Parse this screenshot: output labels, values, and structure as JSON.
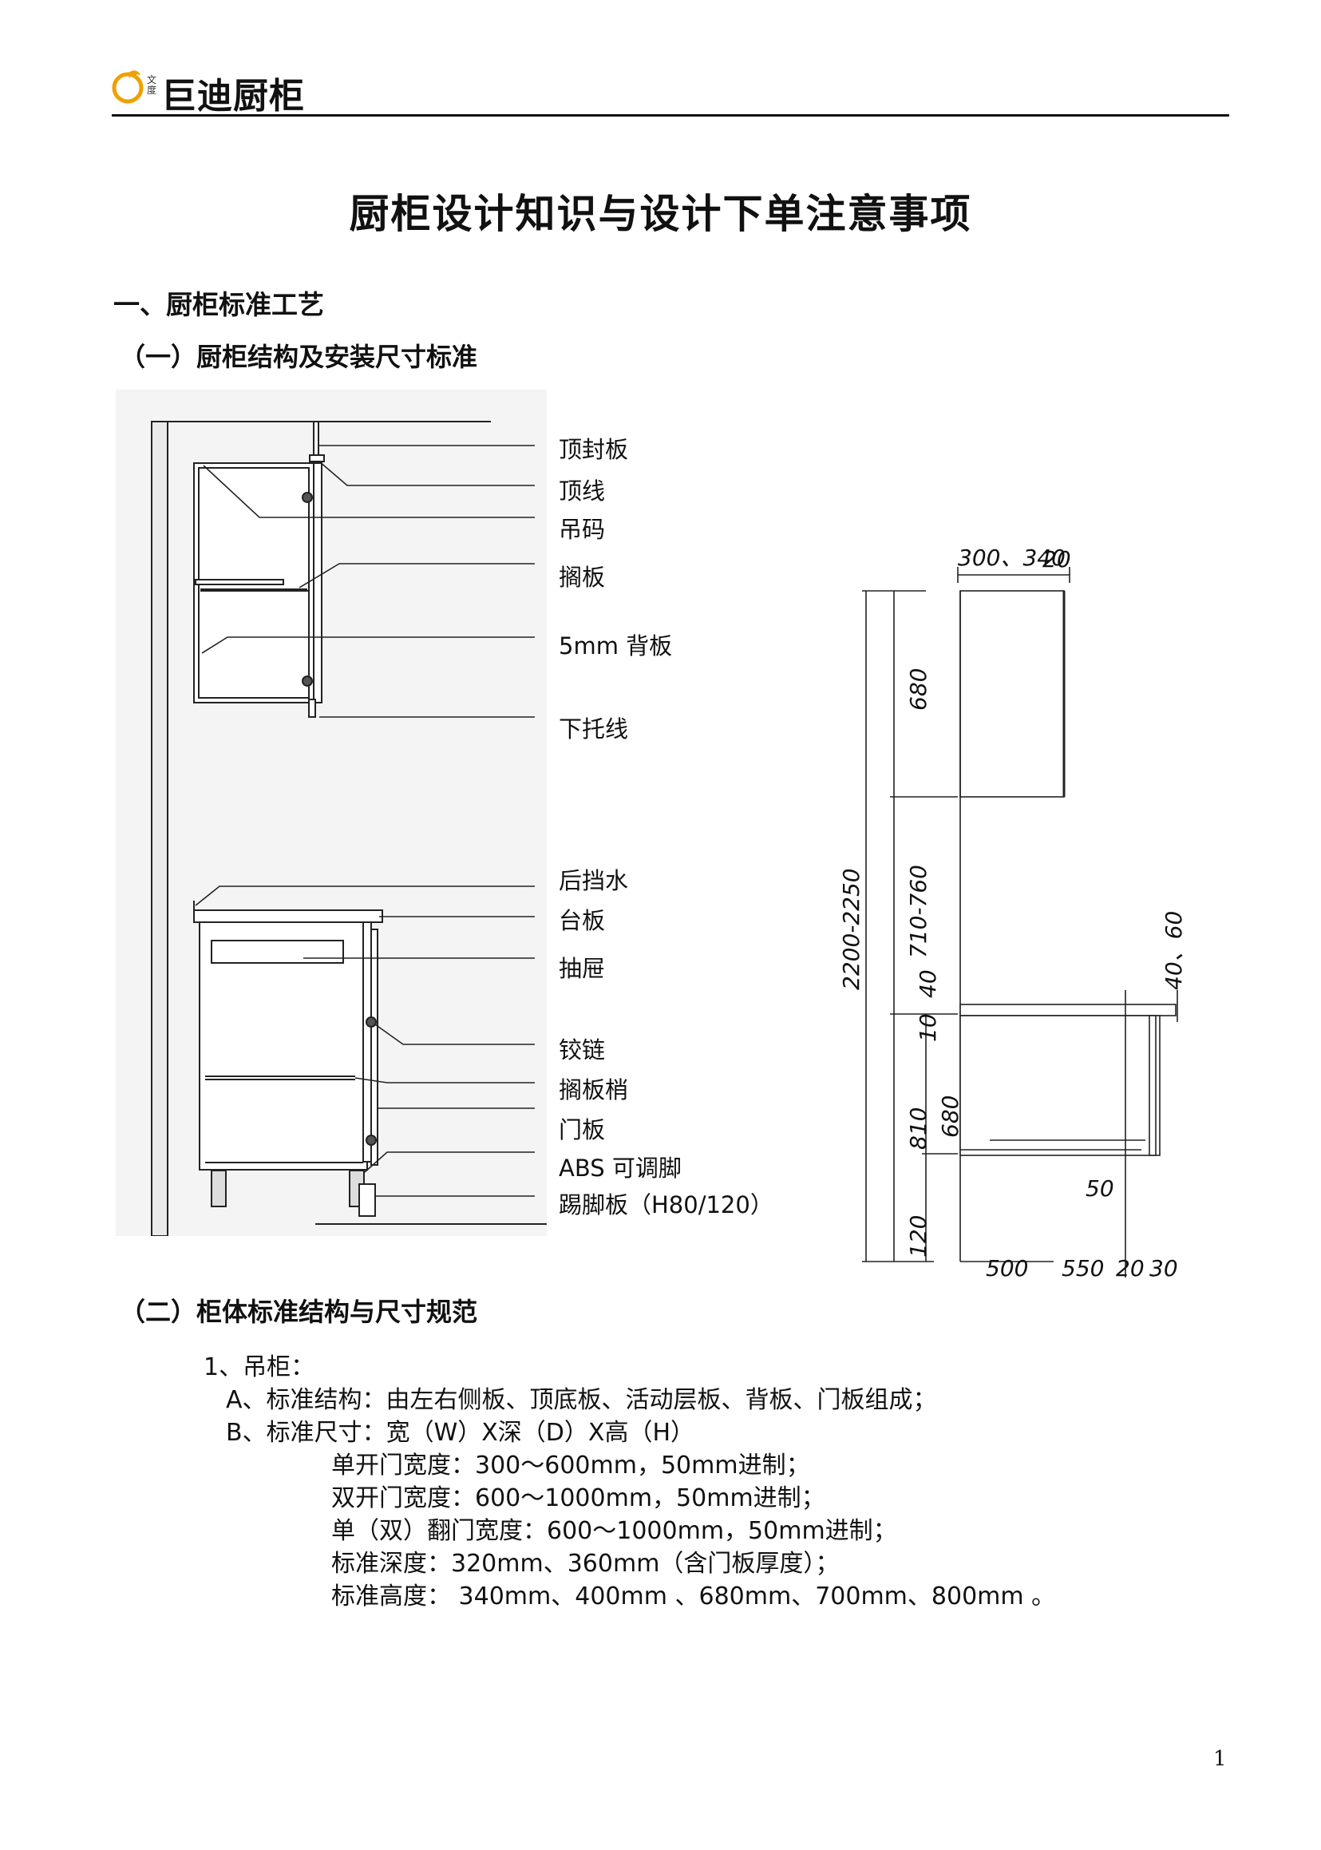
{
  "header": {
    "logo_small": "文度",
    "logo_name": "巨迪厨柜"
  },
  "title": "厨柜设计知识与设计下单注意事项",
  "section1": {
    "heading": "一、厨柜标准工艺",
    "sub1": "（一）厨柜结构及安装尺寸标准"
  },
  "diagram_labels": [
    "顶封板",
    "顶线",
    "吊码",
    "搁板",
    "5mm 背板",
    "下托线",
    "后挡水",
    "台板",
    "抽屉",
    "铰链",
    "搁板梢",
    "门板",
    "ABS 可调脚",
    "踢脚板（H80/120）"
  ],
  "dims": {
    "top_width": "300、340",
    "top_edge": "20",
    "wall_height": "680",
    "gap": "710-760",
    "total": "2200-2250",
    "counter_back": "40、60",
    "counter_front": "10",
    "counter_top": "40",
    "base_total": "810",
    "base_body": "680",
    "plinth": "120",
    "toe": "50",
    "bottom": [
      "500",
      "550",
      "20",
      "30"
    ]
  },
  "section2": {
    "heading": "（二）柜体标准结构与尺寸规范",
    "item": "1、吊柜：",
    "a": "A、标准结构：由左右侧板、顶底板、活动层板、背板、门板组成；",
    "b": "B、标准尺寸：宽（W）X深（D）X高（H）",
    "specs": [
      "单开门宽度：300～600mm，50mm进制；",
      "双开门宽度：600～1000mm，50mm进制；",
      "单（双）翻门宽度：600～1000mm，50mm进制；",
      "标准深度：320mm、360mm（含门板厚度）；",
      "标准高度：  340mm、400mm 、680mm、700mm、800mm 。"
    ]
  },
  "page_number": "1"
}
